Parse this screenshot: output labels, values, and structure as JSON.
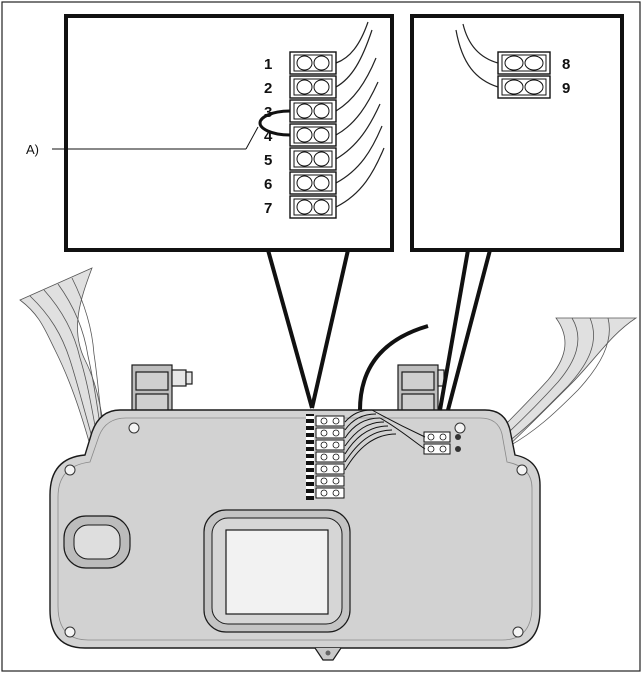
{
  "figure": {
    "callout_label": "A)",
    "left_terminals": [
      "1",
      "2",
      "3",
      "4",
      "5",
      "6",
      "7"
    ],
    "right_terminals": [
      "8",
      "9"
    ],
    "colors": {
      "stroke": "#1a1a1a",
      "housing_fill": "#d2d2d2",
      "housing_dark": "#b9b9b9",
      "screen_fill": "#f2f2f2",
      "terminal_fill": "#ffffff",
      "cable_fill": "#dcdcdc"
    }
  }
}
